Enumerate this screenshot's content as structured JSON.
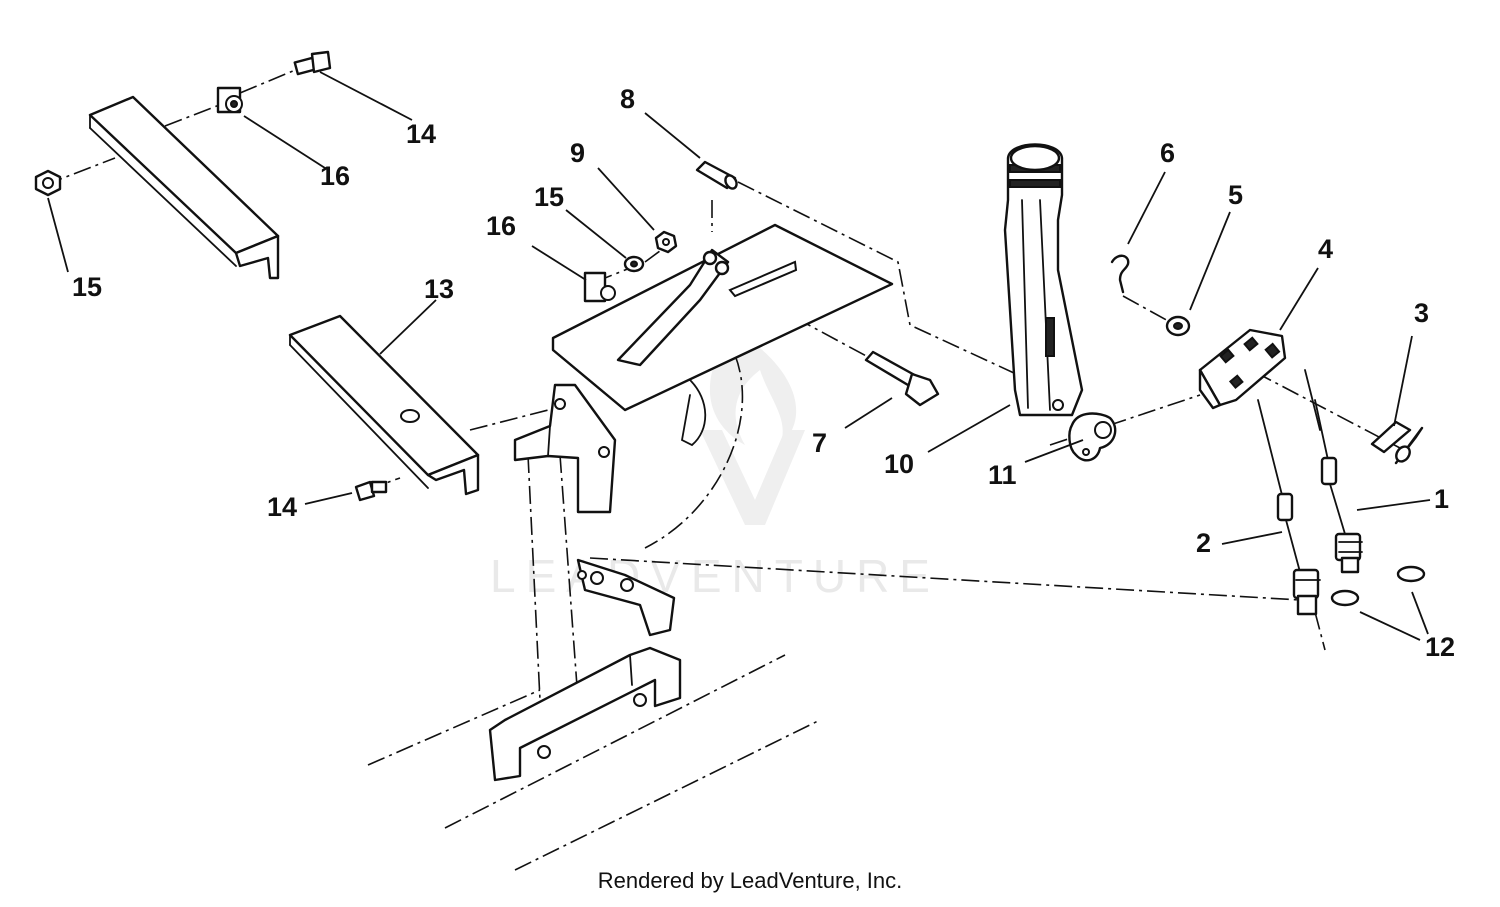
{
  "watermark": {
    "text": "LEADVENTURE"
  },
  "footer": {
    "text": "Rendered by LeadVenture, Inc."
  },
  "callouts": {
    "c1": "1",
    "c2": "2",
    "c3": "3",
    "c4": "4",
    "c5": "5",
    "c6": "6",
    "c7": "7",
    "c8": "8",
    "c9": "9",
    "c10": "10",
    "c11": "11",
    "c12": "12",
    "c13": "13",
    "c14a": "14",
    "c14b": "14",
    "c15a": "15",
    "c15b": "15",
    "c16a": "16",
    "c16b": "16"
  },
  "icons": [
    "bolt-icon",
    "nut-icon",
    "clip-icon",
    "cotter-pin-icon",
    "washer-icon",
    "pin-icon",
    "cable-icon",
    "lever-icon"
  ]
}
